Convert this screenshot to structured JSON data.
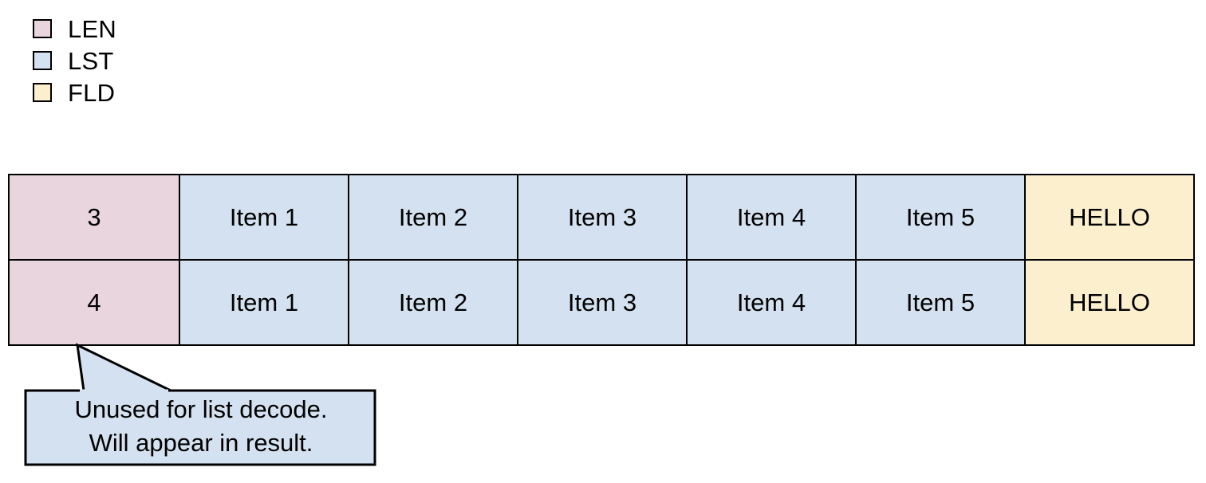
{
  "legend": {
    "items": [
      {
        "label": "LEN",
        "color": "#e8d5de",
        "icon": "square-swatch"
      },
      {
        "label": "LST",
        "color": "#d4e1f0",
        "icon": "square-swatch"
      },
      {
        "label": "FLD",
        "color": "#fcefcd",
        "icon": "square-swatch"
      }
    ]
  },
  "table": {
    "rows": [
      {
        "len": "3",
        "items": [
          "Item 1",
          "Item 2",
          "Item 3",
          "Item 4",
          "Item 5"
        ],
        "fld": "HELLO"
      },
      {
        "len": "4",
        "items": [
          "Item 1",
          "Item 2",
          "Item 3",
          "Item 4",
          "Item 5"
        ],
        "fld": "HELLO"
      }
    ]
  },
  "callout": {
    "line1": "Unused for list decode.",
    "line2": "Will appear in result.",
    "fill": "#d4e1f0",
    "stroke": "#000000"
  }
}
